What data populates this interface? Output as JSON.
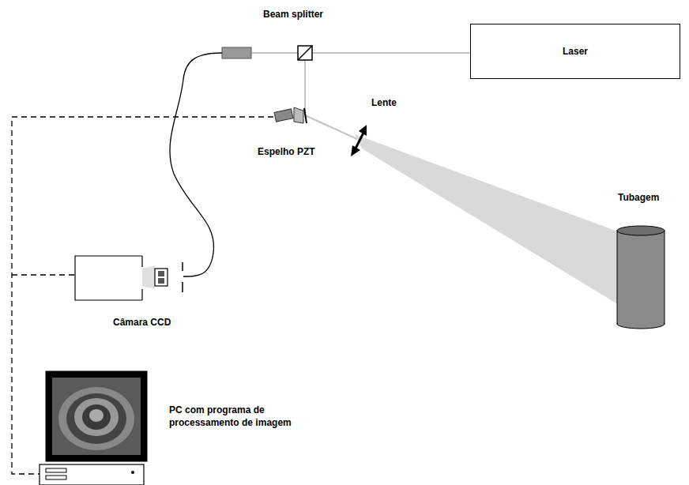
{
  "diagram": {
    "nodes": [
      {
        "text": [
          "Laser"
        ]
      }
    ],
    "labels": [
      "Beam splitter",
      "Lente",
      "Espelho PZT",
      "Tubagem",
      "Câmara CCD",
      "PC com programa de processamento de imagem"
    ]
  }
}
